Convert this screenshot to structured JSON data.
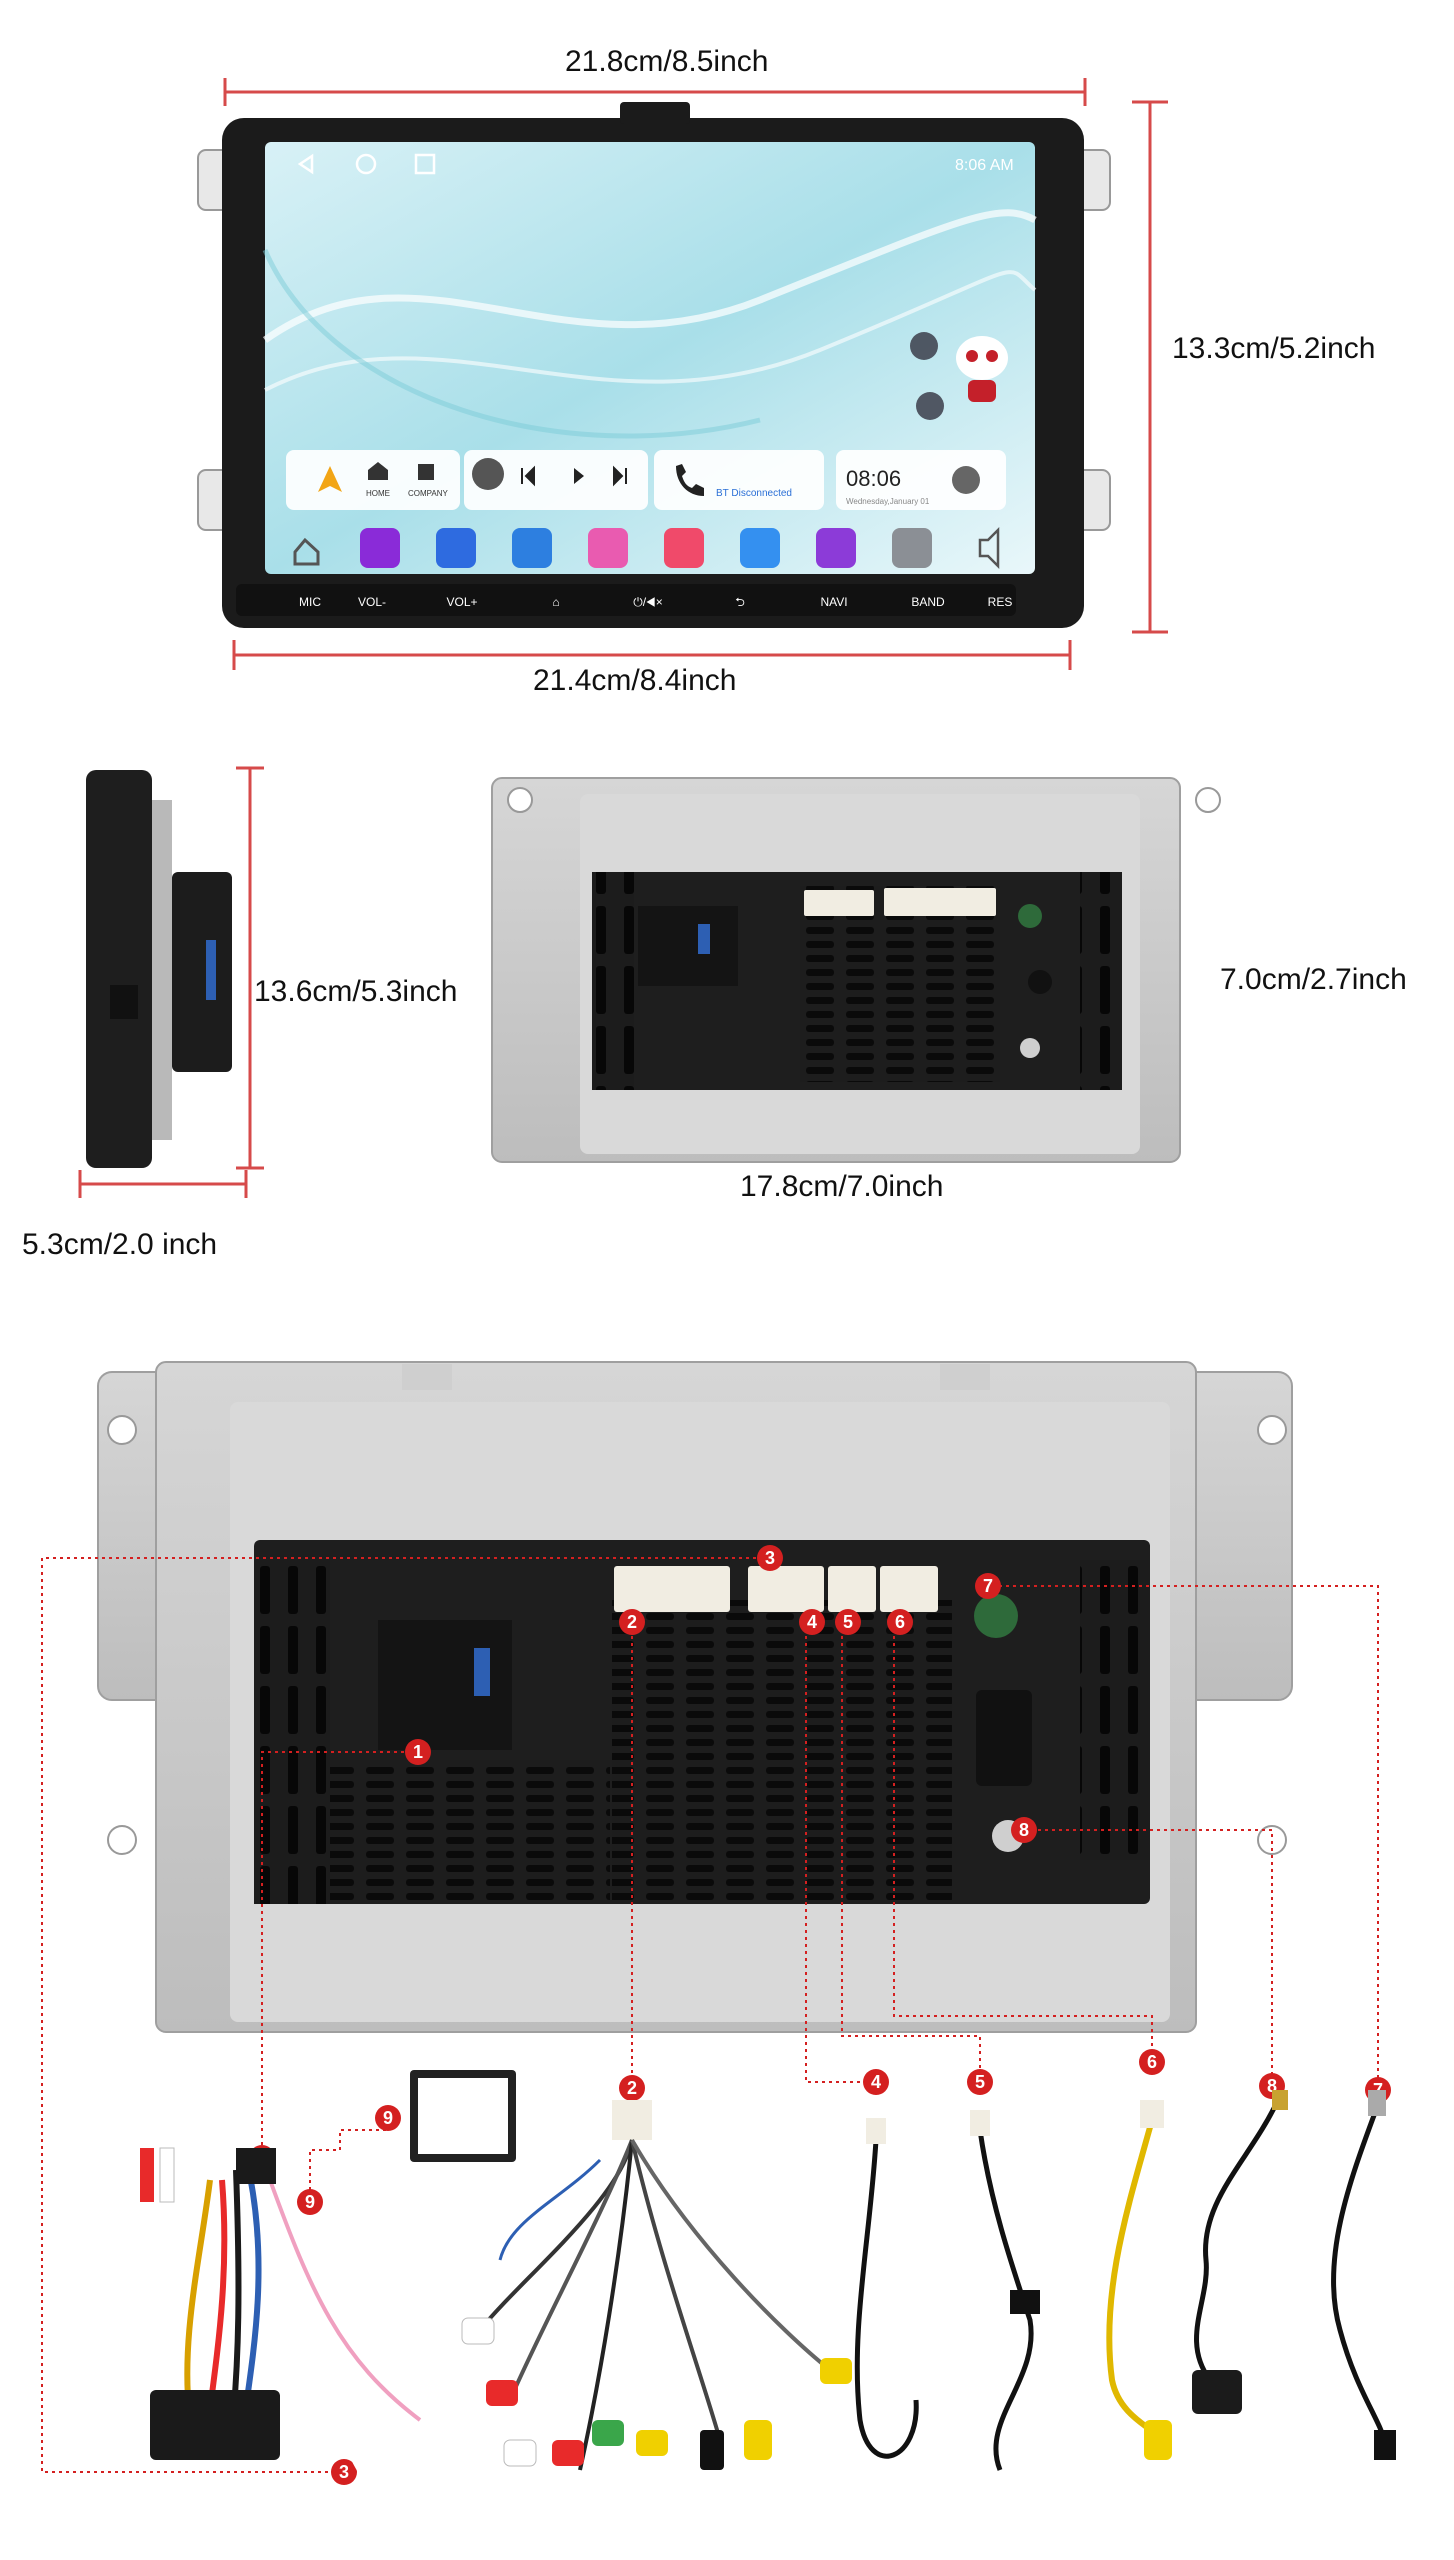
{
  "dimensions": {
    "front_width_top": "21.8cm/8.5inch",
    "front_height": "13.3cm/5.2inch",
    "front_width_bottom": "21.4cm/8.4inch",
    "side_height": "13.6cm/5.3inch",
    "side_depth": "5.3cm/2.0 inch",
    "chassis_height": "7.0cm/2.7inch",
    "chassis_width": "17.8cm/7.0inch"
  },
  "screen": {
    "status_time": "8:06 AM",
    "home_label": "HOME",
    "company_label": "COMPANY",
    "bt_status": "BT Disconnected",
    "clock_time": "08:06",
    "clock_date": "Wednesday,January 01"
  },
  "hard_buttons": [
    "MIC",
    "VOL-",
    "VOL+",
    "⌂",
    "⏻/◀×",
    "⮌",
    "NAVI",
    "BAND",
    "RES"
  ],
  "callout_numbers": [
    "1",
    "2",
    "3",
    "4",
    "5",
    "6",
    "7",
    "8",
    "9"
  ],
  "colors": {
    "callout_red": "#d42020",
    "bezel": "#1b1b1b",
    "chassis": "#c9c9c9",
    "connector_white": "#f1ede2"
  }
}
